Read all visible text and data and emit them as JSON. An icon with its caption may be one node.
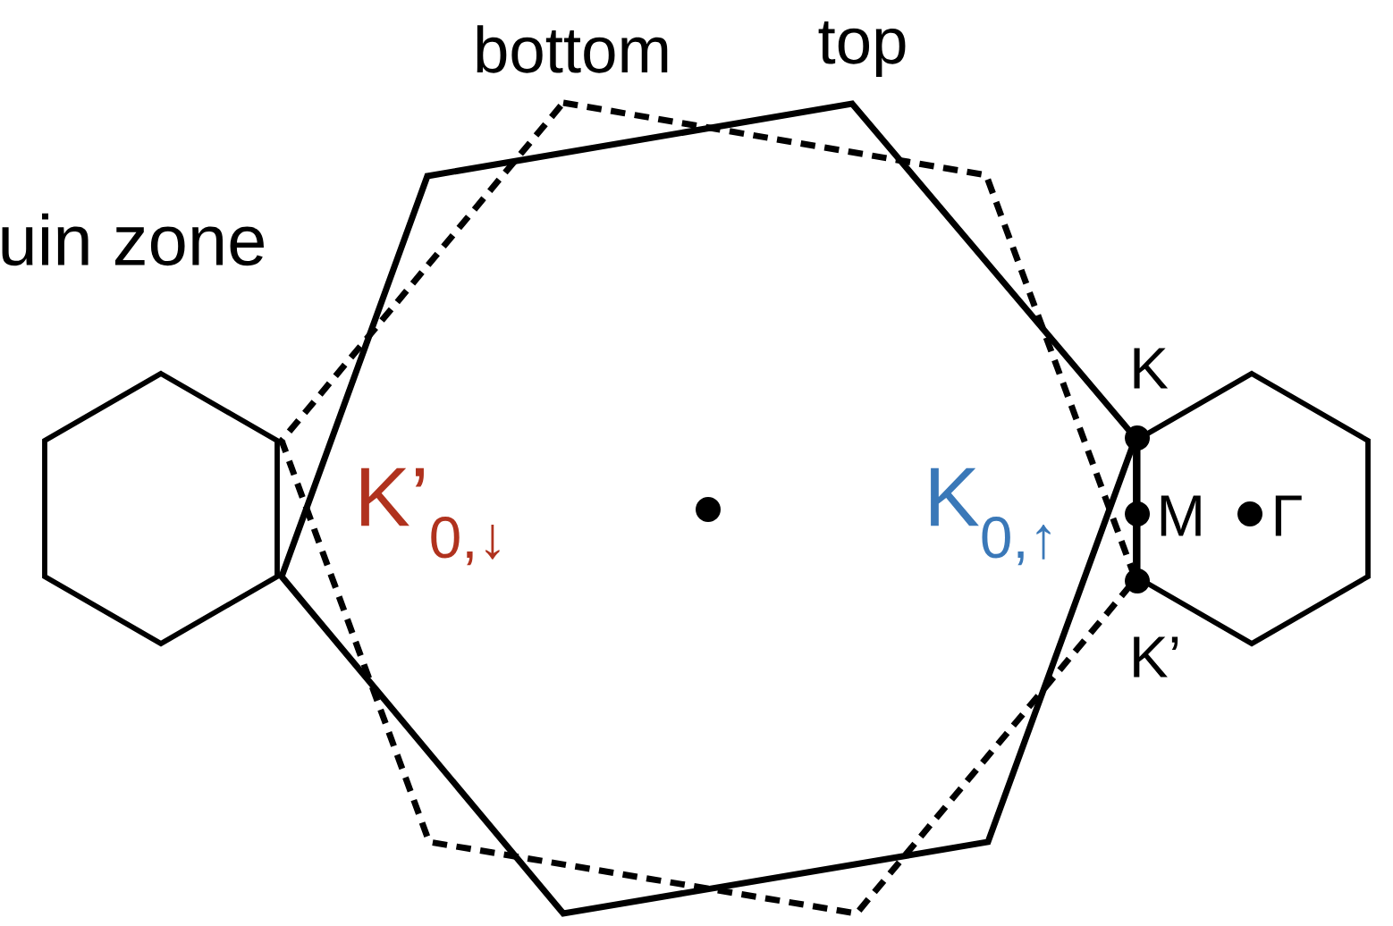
{
  "diagram": {
    "labels": [
      "bottom",
      "top",
      "uin zone",
      "K’$_{0,↓}$",
      "K$_{0,↑}$",
      "K",
      "M",
      "Γ",
      "K’"
    ]
  }
}
